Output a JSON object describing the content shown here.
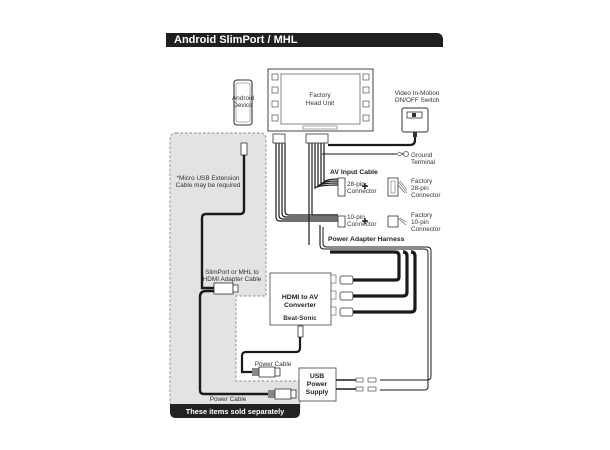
{
  "title": "Android SlimPort / MHL",
  "components": {
    "android_device": [
      "Android",
      "Device"
    ],
    "head_unit": [
      "Factory",
      "Head Unit"
    ],
    "video_switch": [
      "Video In-Motion",
      "ON/OFF Switch"
    ],
    "ground_terminal": [
      "Ground",
      "Terminal"
    ],
    "av_input_cable": "AV Input Cable",
    "connector_28": [
      "28-pin",
      "Connector"
    ],
    "factory_28": [
      "Factory",
      "28-pin",
      "Connector"
    ],
    "connector_10": [
      "10-pin",
      "Connector"
    ],
    "factory_10": [
      "Factory",
      "10-pin",
      "Connector"
    ],
    "power_adapter_harness": "Power Adapter Harness",
    "micro_usb_note": [
      "*Micro USB Extension",
      "Cable may be required"
    ],
    "slimport_cable": [
      "SlimPort or MHL to",
      "HDMI Adapter Cable"
    ],
    "hdmi_converter": [
      "HDMI to AV",
      "Converter"
    ],
    "converter_brand": "Beat-Sonic",
    "power_cable_1": "Power Cable",
    "power_cable_2": "Power Cable",
    "usb_power_supply": [
      "USB",
      "Power",
      "Supply"
    ],
    "sold_separately": "These items sold separately"
  },
  "colors": {
    "title_bg": "#1f1f1f",
    "panel_bg": "#e3e3e3",
    "cable": "#1a1a1a"
  }
}
